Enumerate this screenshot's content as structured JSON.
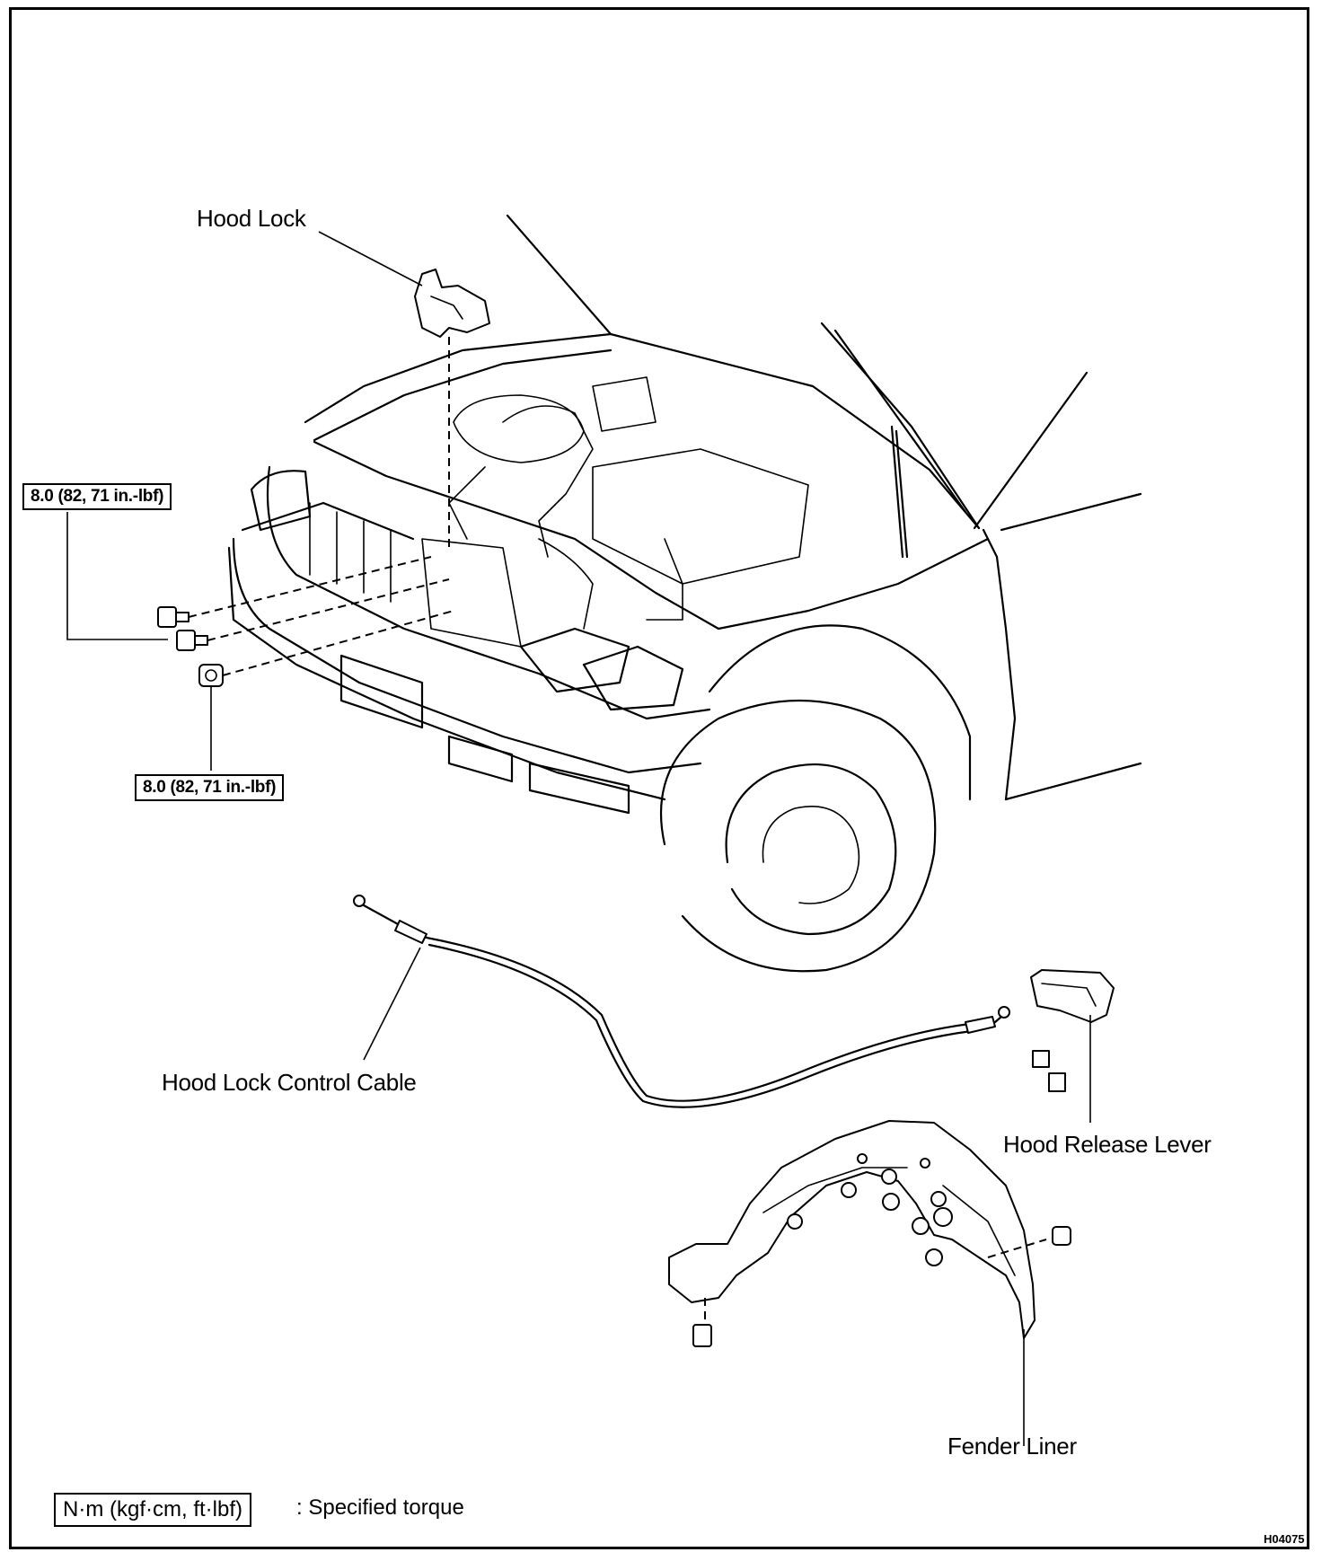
{
  "labels": {
    "hood_lock": "Hood Lock",
    "hood_lock_control_cable": "Hood Lock Control Cable",
    "hood_release_lever": "Hood Release Lever",
    "fender_liner": "Fender Liner"
  },
  "torque_specs": {
    "upper": "8.0 (82, 71 in.-lbf)",
    "lower": "8.0 (82, 71 in.-lbf)"
  },
  "legend": {
    "box_text": "N·m (kgf·cm, ft·lbf)",
    "description": ": Specified torque"
  },
  "figure_code": "H04075"
}
